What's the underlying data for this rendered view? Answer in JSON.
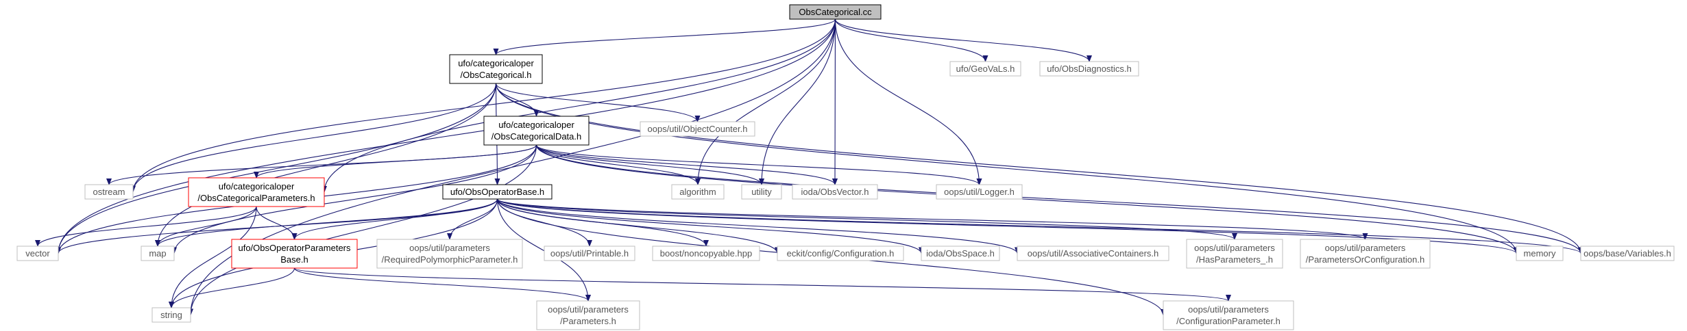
{
  "colors": {
    "edge": "#191970",
    "root_fill": "#bfbfbf",
    "documented_border": "#000000",
    "truncated_border": "#ff0000",
    "undocumented_border": "#bfbfbf"
  },
  "nodes": {
    "obs_categorical_cc": {
      "lines": [
        "ObsCategorical.cc"
      ]
    },
    "obs_categorical_h": {
      "lines": [
        "ufo/categoricaloper",
        "/ObsCategorical.h"
      ]
    },
    "geovals_h": {
      "lines": [
        "ufo/GeoVaLs.h"
      ]
    },
    "obs_diagnostics_h": {
      "lines": [
        "ufo/ObsDiagnostics.h"
      ]
    },
    "obs_categorical_data_h": {
      "lines": [
        "ufo/categoricaloper",
        "/ObsCategoricalData.h"
      ]
    },
    "object_counter_h": {
      "lines": [
        "oops/util/ObjectCounter.h"
      ]
    },
    "obs_categorical_parameters_h": {
      "lines": [
        "ufo/categoricaloper",
        "/ObsCategoricalParameters.h"
      ]
    },
    "ostream": {
      "lines": [
        "ostream"
      ]
    },
    "algorithm": {
      "lines": [
        "algorithm"
      ]
    },
    "utility": {
      "lines": [
        "utility"
      ]
    },
    "ioda_obs_vector_h": {
      "lines": [
        "ioda/ObsVector.h"
      ]
    },
    "logger_h": {
      "lines": [
        "oops/util/Logger.h"
      ]
    },
    "obs_operator_base_h": {
      "lines": [
        "ufo/ObsOperatorBase.h"
      ]
    },
    "vector": {
      "lines": [
        "vector"
      ]
    },
    "map": {
      "lines": [
        "map"
      ]
    },
    "obs_operator_parameters_base_h": {
      "lines": [
        "ufo/ObsOperatorParameters",
        "Base.h"
      ]
    },
    "required_polymorphic_parameter_h": {
      "lines": [
        "oops/util/parameters",
        "/RequiredPolymorphicParameter.h"
      ]
    },
    "printable_h": {
      "lines": [
        "oops/util/Printable.h"
      ]
    },
    "noncopyable_hpp": {
      "lines": [
        "boost/noncopyable.hpp"
      ]
    },
    "eckit_configuration_h": {
      "lines": [
        "eckit/config/Configuration.h"
      ]
    },
    "ioda_obs_space_h": {
      "lines": [
        "ioda/ObsSpace.h"
      ]
    },
    "associative_containers_h": {
      "lines": [
        "oops/util/AssociativeContainers.h"
      ]
    },
    "has_parameters_h": {
      "lines": [
        "oops/util/parameters",
        "/HasParameters_.h"
      ]
    },
    "parameters_or_configuration_h": {
      "lines": [
        "oops/util/parameters",
        "/ParametersOrConfiguration.h"
      ]
    },
    "memory": {
      "lines": [
        "memory"
      ]
    },
    "variables_h": {
      "lines": [
        "oops/base/Variables.h"
      ]
    },
    "string": {
      "lines": [
        "string"
      ]
    },
    "parameters_h": {
      "lines": [
        "oops/util/parameters",
        "/Parameters.h"
      ]
    },
    "configuration_parameter_h": {
      "lines": [
        "oops/util/parameters",
        "/ConfigurationParameter.h"
      ]
    }
  }
}
